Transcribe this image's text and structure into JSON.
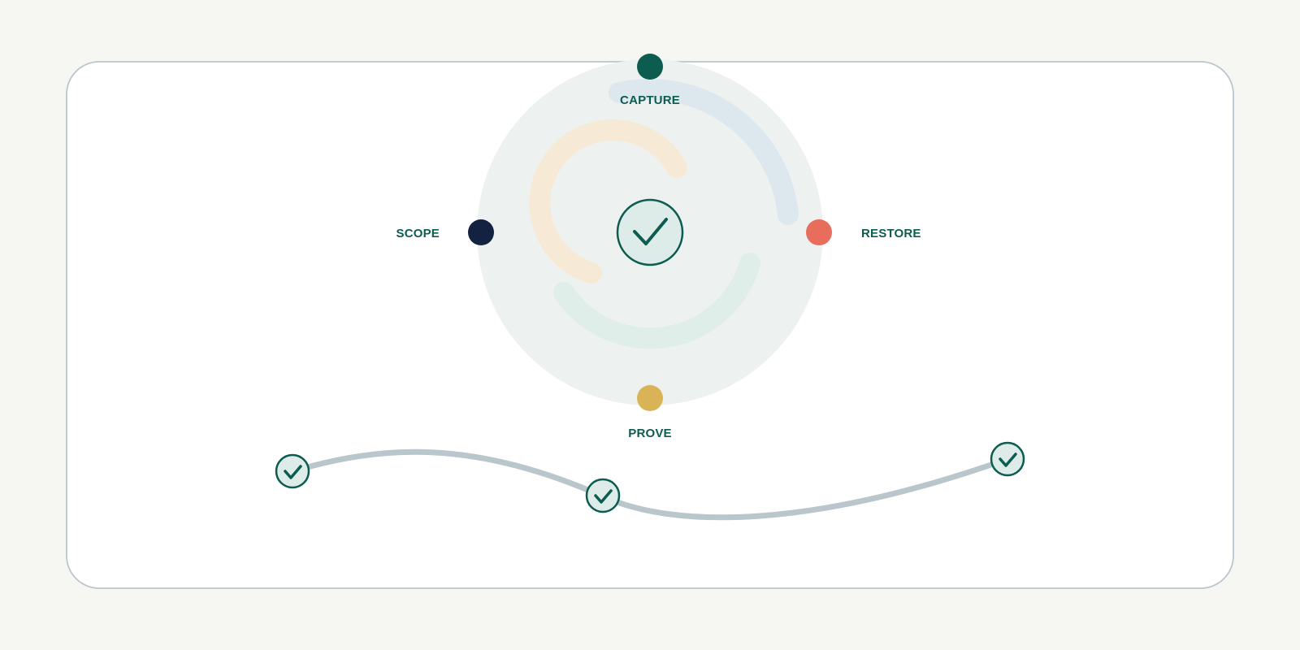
{
  "colors": {
    "page_bg": "#f6f6f2",
    "card_bg": "#ffffff",
    "card_border": "#b9c6cc",
    "disc_fill": "#edf1ef",
    "text": "#0d5c50",
    "ring_blue": "#dde7ee",
    "ring_cream": "#f6ead6",
    "ring_mint": "#e0eee9",
    "check_fill": "#ddece8",
    "check_stroke": "#0d5c50",
    "path": "#b9c6cc"
  },
  "stages": [
    {
      "id": "capture",
      "label": "CAPTURE",
      "color": "#0d5c50",
      "icon": "dot-icon"
    },
    {
      "id": "restore",
      "label": "RESTORE",
      "color": "#e86d5c",
      "icon": "dot-icon"
    },
    {
      "id": "prove",
      "label": "PROVE",
      "color": "#d9b356",
      "icon": "dot-icon"
    },
    {
      "id": "scope",
      "label": "SCOPE",
      "color": "#132240",
      "icon": "dot-icon"
    }
  ],
  "center": {
    "icon": "check-circle-icon"
  },
  "path": {
    "checkpoints": 3,
    "icon": "check-circle-icon"
  }
}
